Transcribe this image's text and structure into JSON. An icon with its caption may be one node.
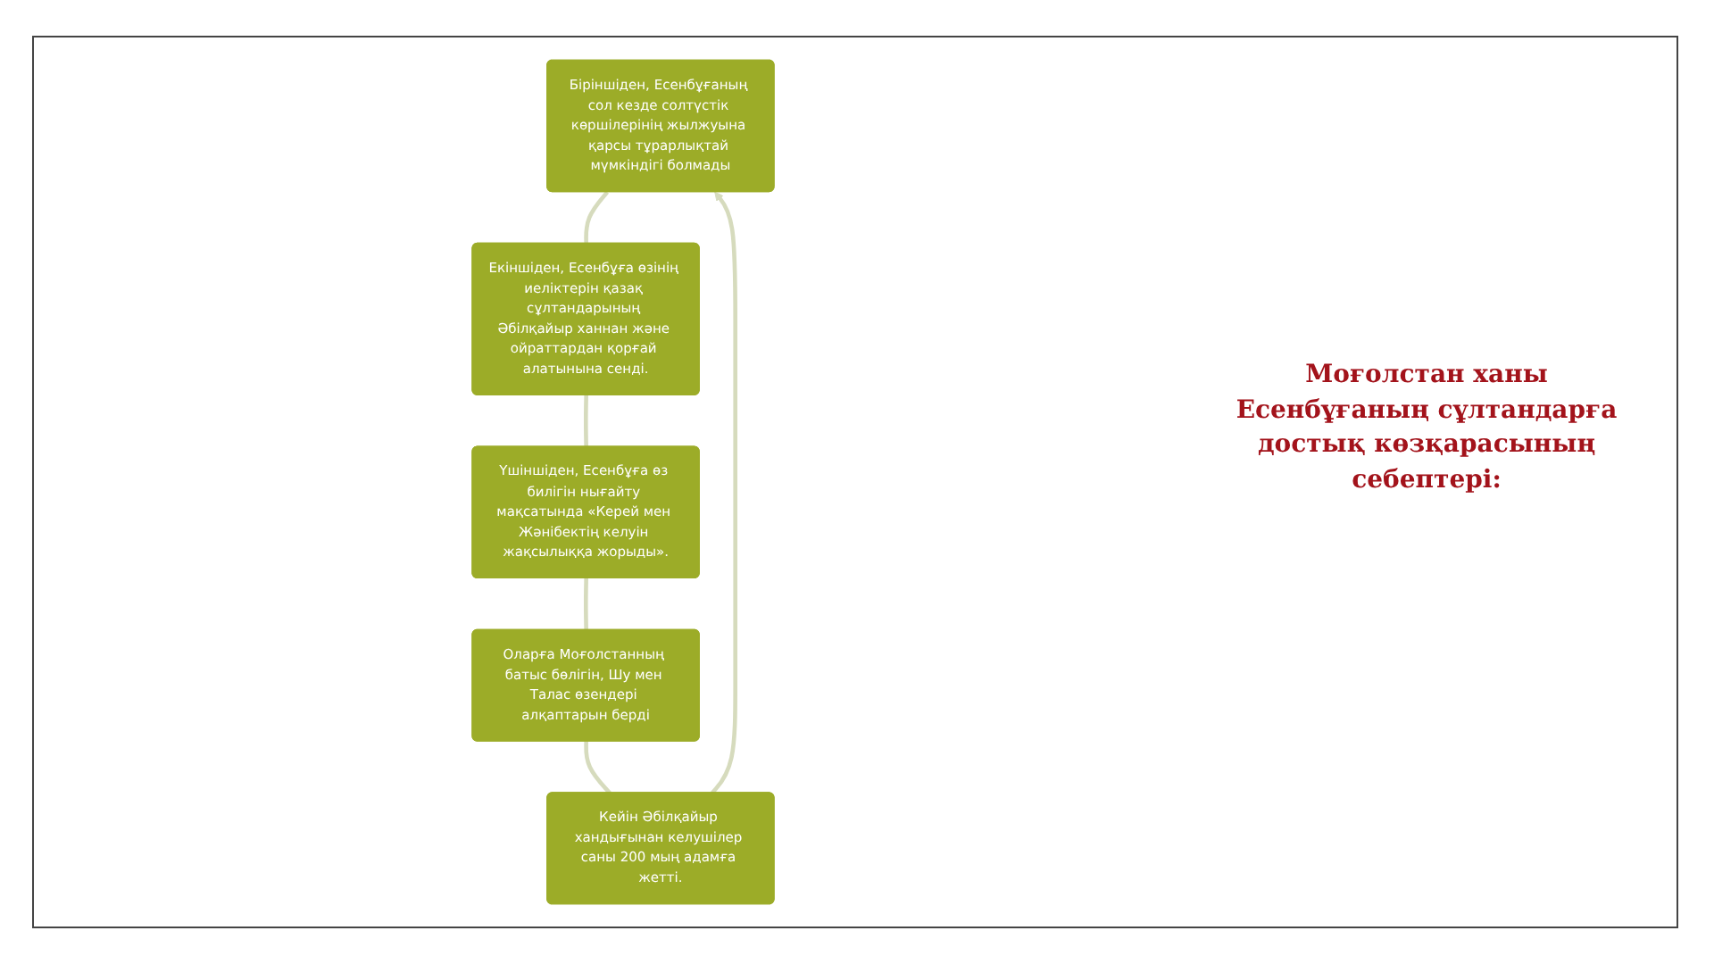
{
  "diagram": {
    "nodes": [
      {
        "text": [
          "Біріншіден, Есенбұғаның сол кезде солтүстік көршілерінің жылжуына қарсы тұрарлықтай мүмкіндігі болмады"
        ]
      },
      {
        "text": [
          "Екіншіден, Есенбұға өзінің иеліктерін қазақ сұлтандарының Әбілқайыр ханнан және ойраттардан қорғай алатынына сенді."
        ]
      },
      {
        "text": [
          "Үшіншіден, Есенбұға өз билігін нығайту мақсатында «Керей мен Жәнібектің келуін жақсылыққа жорыды»."
        ]
      },
      {
        "text": [
          "Оларға Моғолстанның батыс бөлігін, Шу мен Талас өзендері алқаптарын берді"
        ]
      },
      {
        "text": [
          "Кейін Әбілқайыр хандығынан келушілер саны 200 мың адамға жетті."
        ]
      }
    ],
    "edges": [
      {
        "from": 0,
        "to": 1,
        "arrow": "none"
      },
      {
        "from": 1,
        "to": 2,
        "arrow": "none"
      },
      {
        "from": 2,
        "to": 3,
        "arrow": "none"
      },
      {
        "from": 3,
        "to": 4,
        "arrow": "none"
      },
      {
        "from": 4,
        "to": 0,
        "arrow": "to"
      }
    ],
    "labels": [
      "Моғолстан ханы Есенбұғаның сұлтандарға достық көзқарасының себептері:"
    ]
  }
}
